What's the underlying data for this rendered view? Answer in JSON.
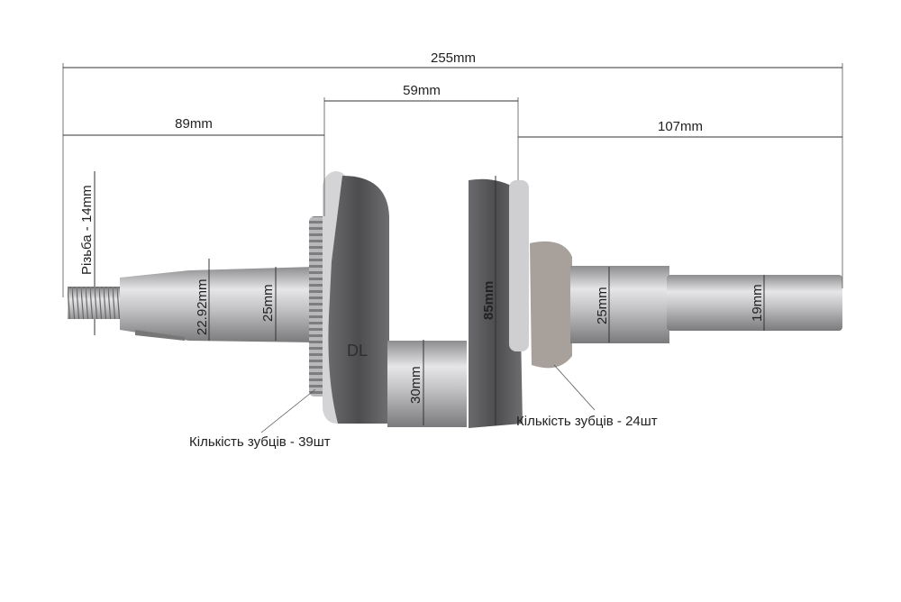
{
  "dimensions": {
    "total_length": "255mm",
    "left_section": "89mm",
    "crank_width": "59mm",
    "right_section": "107mm",
    "thread": "Різьба - 14mm",
    "taper_diameter": "22.92mm",
    "left_journal": "25mm",
    "crankpin": "30mm",
    "web_height": "85mm",
    "right_journal": "25mm",
    "output_shaft": "19mm"
  },
  "callouts": {
    "left_gear_teeth": "Кількість зубців - 39шт",
    "right_gear_teeth": "Кількість зубців - 24шт"
  },
  "casting_mark": "DL",
  "colors": {
    "steel": "#c9c9cb",
    "cast_iron": "#5b5b5e",
    "annotation": "#333333"
  }
}
